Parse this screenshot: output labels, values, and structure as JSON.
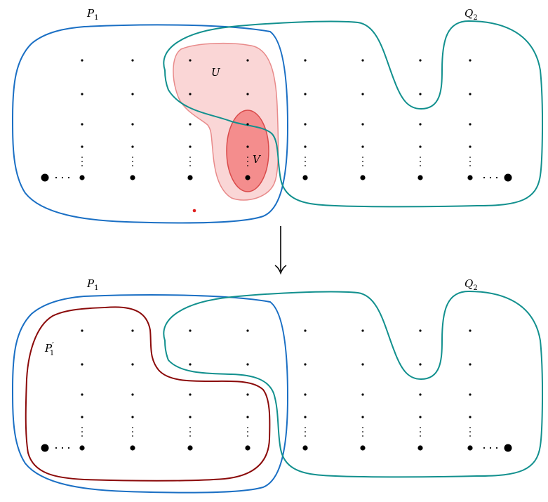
{
  "top_panel": {
    "labels": {
      "p1": {
        "base": "P",
        "sub": "1"
      },
      "q2": {
        "base": "Q",
        "sub": "2"
      },
      "u": "U",
      "v": "V"
    }
  },
  "bottom_panel": {
    "labels": {
      "p1": {
        "base": "P",
        "sub": "1"
      },
      "q2": {
        "base": "Q",
        "sub": "2"
      },
      "p1_prime": {
        "base": "P",
        "sub": "1",
        "prime": "′"
      }
    }
  },
  "colors": {
    "p1": "#1a6fc4",
    "q2": "#12908e",
    "p1_prime": "#8b0a0a",
    "u_fill": "#f5b5b5",
    "u_stroke": "#e88a8a",
    "v_fill": "#f27a7a",
    "v_stroke": "#d94a4a",
    "marker": "#e02020",
    "ink": "#000000"
  },
  "grid": {
    "columns": 8,
    "dot_rows": 4,
    "bottom_row_ellipsis": "···",
    "vertical_ellipsis": "⋮"
  },
  "arrow": {
    "direction": "down"
  }
}
